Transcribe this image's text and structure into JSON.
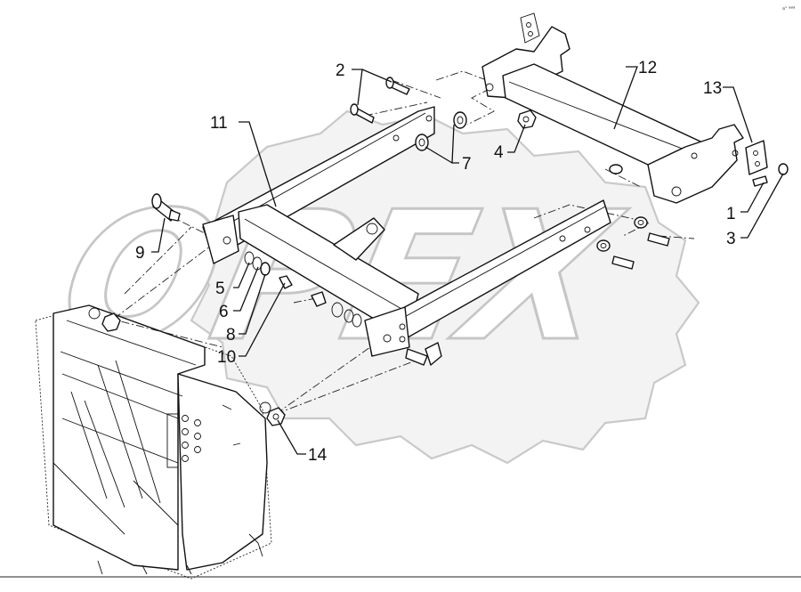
{
  "diagram": {
    "watermark_text": "OPEX",
    "corner_mark": "a° ªªª",
    "callouts": [
      {
        "id": "1",
        "label": "1"
      },
      {
        "id": "2",
        "label": "2"
      },
      {
        "id": "3",
        "label": "3"
      },
      {
        "id": "4",
        "label": "4"
      },
      {
        "id": "5",
        "label": "5"
      },
      {
        "id": "6",
        "label": "6"
      },
      {
        "id": "7",
        "label": "7"
      },
      {
        "id": "8",
        "label": "8"
      },
      {
        "id": "9",
        "label": "9"
      },
      {
        "id": "10",
        "label": "10"
      },
      {
        "id": "11",
        "label": "11"
      },
      {
        "id": "12",
        "label": "12"
      },
      {
        "id": "13",
        "label": "13"
      },
      {
        "id": "14",
        "label": "14"
      }
    ]
  }
}
